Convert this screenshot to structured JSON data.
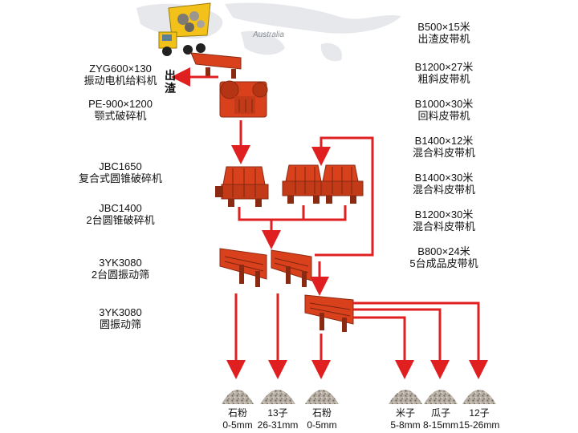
{
  "watermark": "Australia",
  "exit_label": [
    "出",
    "渣"
  ],
  "left_labels": [
    {
      "code": "ZYG600×130",
      "name": "振动电机给料机"
    },
    {
      "code": "PE-900×1200",
      "name": "颚式破碎机"
    },
    {
      "code": "JBC1650",
      "name": "复合式圆锥破碎机"
    },
    {
      "code": "JBC1400",
      "name": "2台圆锥破碎机"
    },
    {
      "code": "3YK3080",
      "name": "2台圆振动筛"
    },
    {
      "code": "3YK3080",
      "name": "圆振动筛"
    }
  ],
  "right_specs": [
    {
      "code": "B500×15米",
      "name": "出渣皮带机"
    },
    {
      "code": "B1200×27米",
      "name": "粗斜皮带机"
    },
    {
      "code": "B1000×30米",
      "name": "回料皮带机"
    },
    {
      "code": "B1400×12米",
      "name": "混合料皮带机"
    },
    {
      "code": "B1400×30米",
      "name": "混合料皮带机"
    },
    {
      "code": "B1200×30米",
      "name": "混合料皮带机"
    },
    {
      "code": "B800×24米",
      "name": "5台成品皮带机"
    }
  ],
  "products": [
    {
      "name": "石粉",
      "size": "0-5mm"
    },
    {
      "name": "13子",
      "size": "26-31mm"
    },
    {
      "name": "石粉",
      "size": "0-5mm"
    },
    {
      "name": "米子",
      "size": "5-8mm"
    },
    {
      "name": "瓜子",
      "size": "8-15mm"
    },
    {
      "name": "12子",
      "size": "15-26mm"
    }
  ],
  "colors": {
    "flow_arrow": "#e02020",
    "machine": "#d9411c",
    "machine_dark": "#8a2a12",
    "truck": "#f2c21a",
    "map": "#e6e8eb",
    "stone": "#9a9288"
  }
}
